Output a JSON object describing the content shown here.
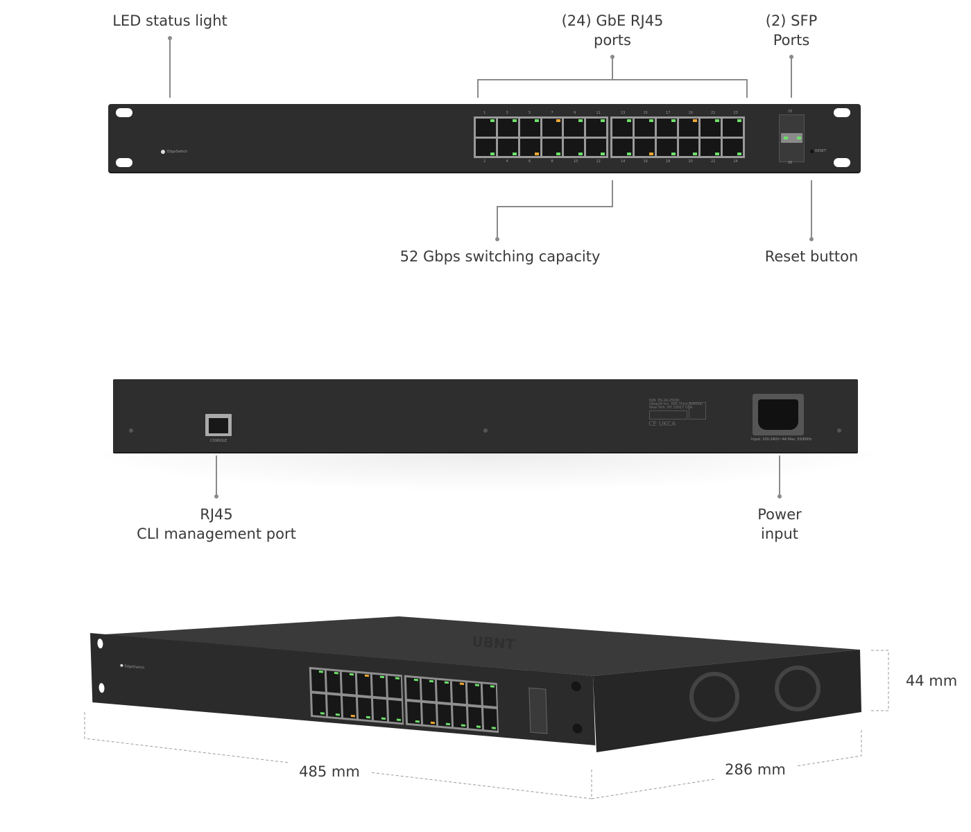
{
  "front_view": {
    "callouts": {
      "led": "LED status light",
      "rj45_ports_line1": "(24) GbE RJ45",
      "rj45_ports_line2": "ports",
      "sfp_line1": "(2) SFP",
      "sfp_line2": "Ports",
      "switching": "52 Gbps switching capacity",
      "reset": "Reset button"
    },
    "brand": "EdgeSwitch",
    "reset_label": "RESET",
    "port_numbers_top": [
      "1",
      "3",
      "5",
      "7",
      "9",
      "11",
      "13",
      "15",
      "17",
      "19",
      "21",
      "23"
    ],
    "port_numbers_bottom": [
      "2",
      "4",
      "6",
      "8",
      "10",
      "12",
      "14",
      "16",
      "18",
      "20",
      "22",
      "24"
    ],
    "sfp_numbers": [
      "25",
      "26"
    ],
    "port_led_colors_top": [
      "green",
      "green",
      "green",
      "amber",
      "green",
      "green",
      "green",
      "green",
      "green",
      "amber",
      "green",
      "green"
    ],
    "port_led_colors_bottom": [
      "green",
      "green",
      "amber",
      "green",
      "green",
      "green",
      "green",
      "amber",
      "green",
      "green",
      "green",
      "green"
    ],
    "colors": {
      "green": "#6ee06a",
      "amber": "#f0a830",
      "chassis": "#2d2d2d"
    }
  },
  "rear_view": {
    "callouts": {
      "console_line1": "RJ45",
      "console_line2": "CLI management port",
      "power_line1": "Power",
      "power_line2": "input"
    },
    "console_label": "CONSOLE",
    "power_rating": "Input: 100-240V~4A Max, 50/60Hz",
    "model_label": "N/N: ES-24-250W",
    "address_line1": "Ubiquiti Inc. 685 Third Avenue,",
    "address_line2": "New York, NY 10017 USA",
    "cert_marks": "CE UKCA"
  },
  "iso_view": {
    "width": "485 mm",
    "depth": "286 mm",
    "height": "44 mm",
    "top_logo": "UBNT",
    "brand": "EdgeSwitch"
  }
}
